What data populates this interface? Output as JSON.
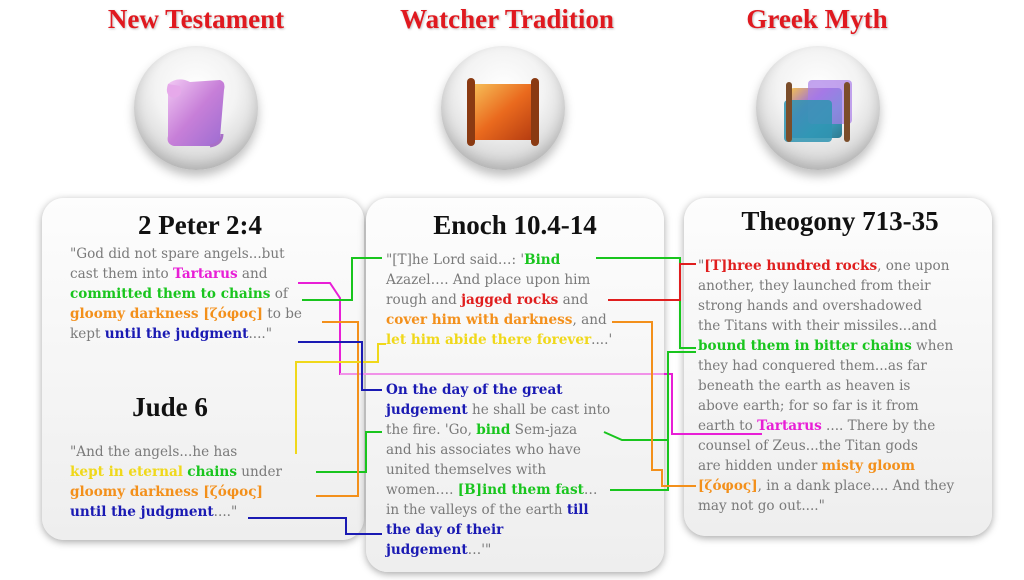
{
  "columns": {
    "nt": "New Testament",
    "watcher": "Watcher Tradition",
    "greek": "Greek Myth"
  },
  "icons": {
    "nt": "purple-scroll-icon",
    "watcher": "orange-scroll-icon",
    "greek": "multicolor-scrolls-icon"
  },
  "refs": {
    "peter": "2 Peter 2:4",
    "jude": "Jude 6",
    "enoch": "Enoch 10.4-14",
    "theogony": "Theogony 713-35"
  },
  "peter": [
    [
      "\"God did not spare angels...but"
    ],
    [
      "cast them into ",
      "Tartarus",
      " and"
    ],
    [
      "committed them to chains",
      " of"
    ],
    [
      "gloomy darkness [ζόφος]",
      " to be"
    ],
    [
      "kept ",
      "until the judgment",
      "....\""
    ]
  ],
  "jude": [
    [
      "\"And the angels...he has"
    ],
    [
      "kept in eternal",
      " ",
      "chains",
      " under"
    ],
    [
      "gloomy darkness [ζόφος]"
    ],
    [
      "until the judgment",
      "....\""
    ]
  ],
  "enoch": [
    [
      "\"[T]he Lord said…: '",
      "Bind"
    ],
    [
      "Azazel…. And place upon him"
    ],
    [
      "rough and ",
      "jagged rocks",
      " and"
    ],
    [
      "cover him with darkness",
      ", and"
    ],
    [
      "let him abide there forever",
      "....'"
    ],
    [
      ""
    ],
    [
      "On the day of the great"
    ],
    [
      "judgement",
      " he shall be cast into"
    ],
    [
      "the fire. 'Go, ",
      "bind",
      " Sem-jaza"
    ],
    [
      "and his associates who have"
    ],
    [
      "united themselves with"
    ],
    [
      "women…. ",
      "[B]ind them fast",
      "…"
    ],
    [
      "in the valleys of the earth ",
      "till"
    ],
    [
      "the day of their"
    ],
    [
      "judgement",
      "…'\""
    ]
  ],
  "theogony": [
    [
      "\"",
      "[T]hree hundred rocks",
      ", one upon"
    ],
    [
      "another, they launched from their"
    ],
    [
      "strong hands and overshadowed"
    ],
    [
      "the Titans with their missiles...and"
    ],
    [
      "bound them in bitter chains",
      " when"
    ],
    [
      "they had conquered them...as far"
    ],
    [
      "beneath the earth as heaven is"
    ],
    [
      "above earth; for so far is it from"
    ],
    [
      "earth to ",
      "Tartarus",
      " .... There by the"
    ],
    [
      "counsel of Zeus...the Titan gods"
    ],
    [
      "are hidden under ",
      "misty gloom"
    ],
    [
      "[ζόφος]",
      ", in a dank place.... And they"
    ],
    [
      "may not go out....\""
    ]
  ],
  "colors": {
    "magenta": "#e81ed6",
    "green": "#19c51e",
    "orange": "#f3901b",
    "blue": "#1a1ab3",
    "red": "#e01e1e",
    "yellow": "#f0d81a",
    "title": "#e0191f"
  }
}
